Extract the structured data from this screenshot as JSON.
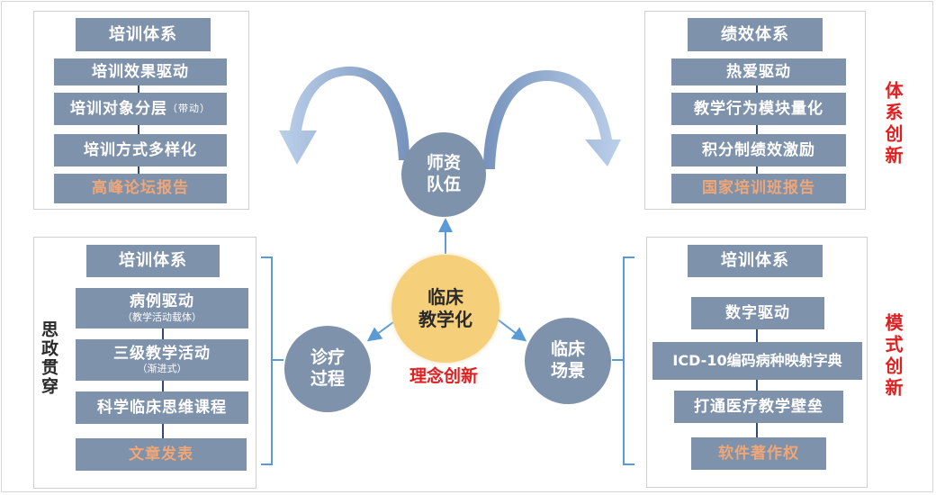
{
  "top_left_panel": {
    "header": "培训体系",
    "steps": [
      "培训效果驱动",
      "培训对象分层",
      "培训方式多样化"
    ],
    "step2_note": "（带动）",
    "output": "高峰论坛报告"
  },
  "top_right_panel": {
    "header": "绩效体系",
    "steps": [
      "热爱驱动",
      "教学行为模块量化",
      "积分制绩效激励"
    ],
    "output": "国家培训班报告"
  },
  "bottom_left_panel": {
    "header": "培训体系",
    "side_label": "思政贯穿",
    "steps": [
      {
        "main": "病例驱动",
        "sub": "（教学活动载体）"
      },
      {
        "main": "三级教学活动",
        "sub": "（渐进式）"
      },
      {
        "main": "科学临床思维课程",
        "sub": ""
      }
    ],
    "output": "文章发表"
  },
  "bottom_right_panel": {
    "header": "培训体系",
    "steps": [
      "数字驱动",
      "ICD-10编码病种映射字典",
      "打通医疗教学壁垒"
    ],
    "output": "软件著作权"
  },
  "hub": {
    "center": [
      "临床",
      "教学化"
    ],
    "top": [
      "师资",
      "队伍"
    ],
    "left": [
      "诊疗",
      "过程"
    ],
    "right": [
      "临床",
      "场景"
    ]
  },
  "labels": {
    "concept": "理念创新",
    "system": "体系创新",
    "mode": "模式创新"
  },
  "colors": {
    "box": "#7f92ab",
    "output_text": "#f0a676",
    "center": "#f6cf7b",
    "accent_red": "#e02020",
    "connector": "#2f4a78",
    "arrow_light": "#a9c4e4",
    "bracket": "#5b9bd5"
  }
}
